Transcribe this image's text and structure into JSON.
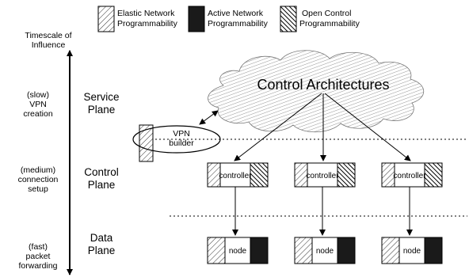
{
  "legend": [
    {
      "line1": "Elastic Network",
      "line2": "Programmability",
      "pattern": "hatch"
    },
    {
      "line1": "Active Network",
      "line2": "Programmability",
      "pattern": "solid"
    },
    {
      "line1": "Open Control",
      "line2": "Programmability",
      "pattern": "crosshatch"
    }
  ],
  "timescale": {
    "line1": "Timescale of",
    "line2": "Influence"
  },
  "timescale_levels": [
    {
      "line1": "(slow)",
      "line2": "VPN",
      "line3": "creation"
    },
    {
      "line1": "(medium)",
      "line2": "connection",
      "line3": "setup"
    },
    {
      "line1": "(fast)",
      "line2": "packet",
      "line3": "forwarding"
    }
  ],
  "planes": [
    {
      "line1": "Service",
      "line2": "Plane"
    },
    {
      "line1": "Control",
      "line2": "Plane"
    },
    {
      "line1": "Data",
      "line2": "Plane"
    }
  ],
  "cloud_label": "Control Architectures",
  "vpn_builder": {
    "line1": "VPN",
    "line2": "builder"
  },
  "controller_label": "controller",
  "node_label": "node",
  "colors": {
    "ink": "#000000",
    "solid_fill": "#1a1a1a",
    "background": "#ffffff"
  }
}
